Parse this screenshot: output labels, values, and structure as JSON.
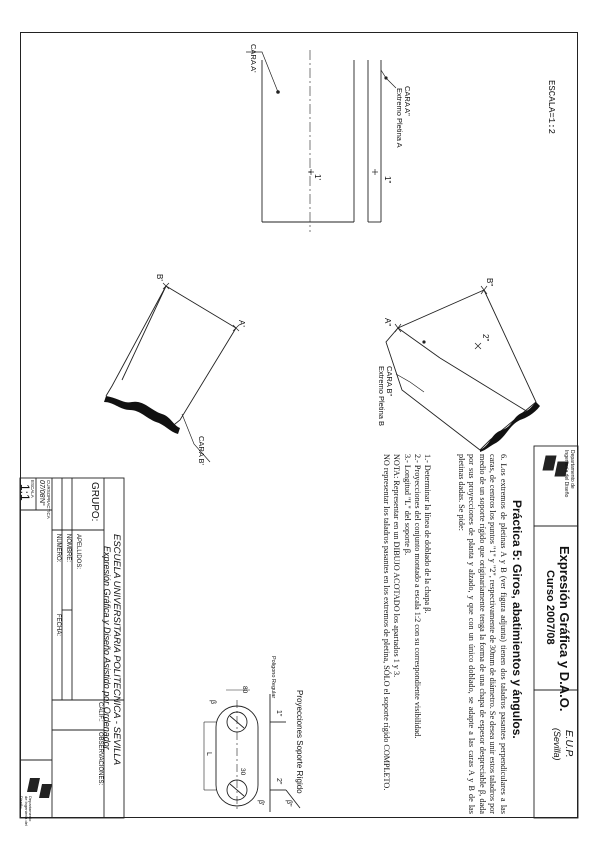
{
  "header": {
    "title": "Expresión Gráfica y D.A.O.",
    "course": "Curso 2007/08",
    "school_short": "E.U.P.",
    "city_short": "(Sevilla)",
    "dept_logo_text": "Departamento de Ingeniería del Diseño"
  },
  "practice": {
    "title": "Práctica 5: Giros, abatimientos y ángulos.",
    "paragraph": "6. Los extremos de pletinas A y B (ver figura adjunta) tienen dos taladros pasantes perpendiculares a las caras, de centros los puntos \"1\" y \"2\", respectivamente de 30mm de diámetro. Se desea unir estos taladros por medio de un soporte rígido que originariamente tenga la forma de una chapa de espesor despreciable β, dada por sus proyecciones de planta y alzado, y que con un único doblado, se adapte a las caras A y B de las pletinas dadas. Se pide:",
    "tasks": [
      "1.- Determinar la línea de doblado de la chapa β.",
      "2.- Proyecciones del conjunto montado a escala 1:2 con su correspondiente visibilidad.",
      "3.- Longitud \"L\" del soporte β.",
      "NOTA: Representar en un DIBUJO ACOTADO los apartados 1 y 3.",
      "NO representar los taladros pasantes en los extremos de pletina, SÓLO el soporte rígido COMPLETO."
    ]
  },
  "drawing": {
    "scale_note": "ESCALA=1:2",
    "labels": {
      "cara_a1": "CARA A'",
      "cara_a2": "CARA A\"",
      "extremo_a": "Extremo Pletina A",
      "point_1p": "1'",
      "point_1pp": "1\"",
      "b2": "B\"",
      "a2": "A\"",
      "p2": "2\"",
      "b1": "B'",
      "a1": "A'",
      "cara_b2": "CARA B\"",
      "extremo_b": "Extremo Pletina B",
      "cara_b1": "CARA B'"
    }
  },
  "support": {
    "title": "Proyecciones Soporte Rígido",
    "caption": "Poligono Regular",
    "dim_80": "80",
    "dim_30": "30",
    "dim_l": "L",
    "lab_1": "1\"",
    "lab_2": "2\"",
    "lab_beta2": "β\"",
    "lab_beta1": "β'",
    "lab_b": "β"
  },
  "title_block": {
    "school": "ESCUELA UNIVERSITARIA POLITECNICA - SEVILLA",
    "subject": "Expresión Gráfica y Diseño Asistido por Ordenador",
    "grupo": "GRUPO:",
    "apellidos": "APELLIDOS:",
    "nombre": "NOMBRE:",
    "numero": "NUMERO:",
    "fecha": "FECHA:",
    "calif": "CALIF.:",
    "observaciones": "OBSERVACIONES:",
    "curso_lbl": "CURSO",
    "practica_lbl": "PRACTICA",
    "curso_val": "07/08",
    "practica_val": "N°",
    "escala_lbl": "ESCALA",
    "escala_val": "1:1",
    "dept_logo_text": "Departamento de Ingeniería del Diseño"
  }
}
